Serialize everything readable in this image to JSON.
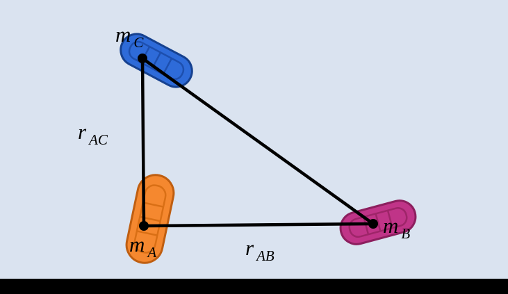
{
  "scene": {
    "background_color": "#dae3f0",
    "bottom_bar_color": "#000000"
  },
  "diagram": {
    "labels": {
      "mass_a": {
        "base": "m",
        "sub": "A"
      },
      "mass_b": {
        "base": "m",
        "sub": "B"
      },
      "mass_c": {
        "base": "m",
        "sub": "C"
      },
      "dist_ac": {
        "base": "r",
        "sub": "AC"
      },
      "dist_ab": {
        "base": "r",
        "sub": "AB"
      }
    },
    "boats": {
      "a": {
        "fill": "#f5882f",
        "stroke": "#bf5e10",
        "detail": "#d96f15"
      },
      "b": {
        "fill": "#c03488",
        "stroke": "#8c1f5e",
        "detail": "#9e2569"
      },
      "c": {
        "fill": "#2e6bd9",
        "stroke": "#16418f",
        "detail": "#1d4fae"
      }
    }
  }
}
